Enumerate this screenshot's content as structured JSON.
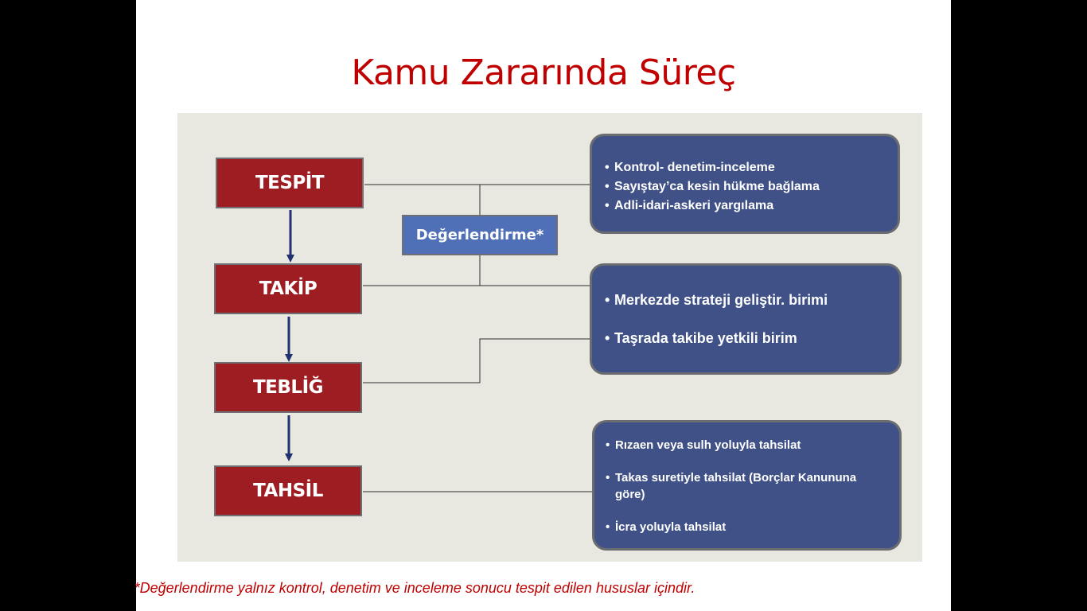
{
  "title": "Kamu Zararında Süreç",
  "steps": [
    {
      "label": "TESPİT"
    },
    {
      "label": "TAKİP"
    },
    {
      "label": "TEBLİĞ"
    },
    {
      "label": "TAHSİL"
    }
  ],
  "evaluation": {
    "label": "Değerlendirme*"
  },
  "info_boxes": [
    {
      "items": [
        "Kontrol- denetim-inceleme",
        "Sayıştay’ca kesin hükme bağlama",
        "Adli-idari-askeri yargılama"
      ]
    },
    {
      "items": [
        "Merkezde strateji geliştir. birimi",
        "Taşrada takibe yetkili birim"
      ]
    },
    {
      "items": [
        "Rızaen veya sulh yoluyla tahsilat",
        "Takas suretiyle tahsilat (Borçlar Kanununa göre)",
        "İcra yoluyla tahsilat"
      ]
    }
  ],
  "footnote": "*Değerlendirme yalnız kontrol, denetim ve inceleme sonucu tespit edilen hususlar içindir.",
  "colors": {
    "step_fill": "#9e1d22",
    "evaluation_fill": "#4f6fb6",
    "info_fill": "#3f5187",
    "title": "#c00000",
    "panel": "#e9e8e0",
    "arrow": "#1f3170"
  }
}
